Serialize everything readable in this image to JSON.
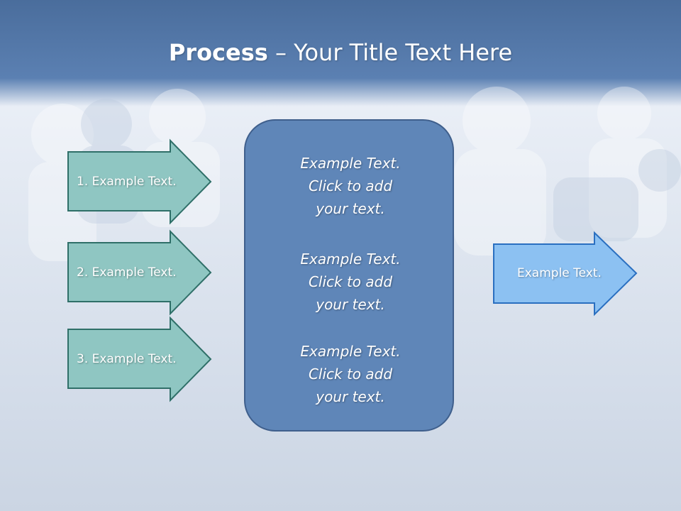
{
  "slide": {
    "title_bold": "Process",
    "title_rest": " – Your Title Text Here"
  },
  "inputs": [
    {
      "label": "1. Example Text."
    },
    {
      "label": "2. Example Text."
    },
    {
      "label": "3. Example Text."
    }
  ],
  "center": {
    "blocks": [
      {
        "line1": "Example Text.",
        "line2": "Click  to add",
        "line3": "your text."
      },
      {
        "line1": "Example Text.",
        "line2": "Click  to add",
        "line3": "your text."
      },
      {
        "line1": "Example Text.",
        "line2": "Click  to add",
        "line3": "your text."
      }
    ]
  },
  "output": {
    "label": "Example Text."
  },
  "colors": {
    "input_arrow_fill": "#8fc6c2",
    "input_arrow_stroke": "#2f6f68",
    "center_fill": "#5f86b8",
    "output_arrow_fill": "#8cc1f2",
    "output_arrow_stroke": "#2a6fc0",
    "title_band": "#4a6d9c"
  }
}
